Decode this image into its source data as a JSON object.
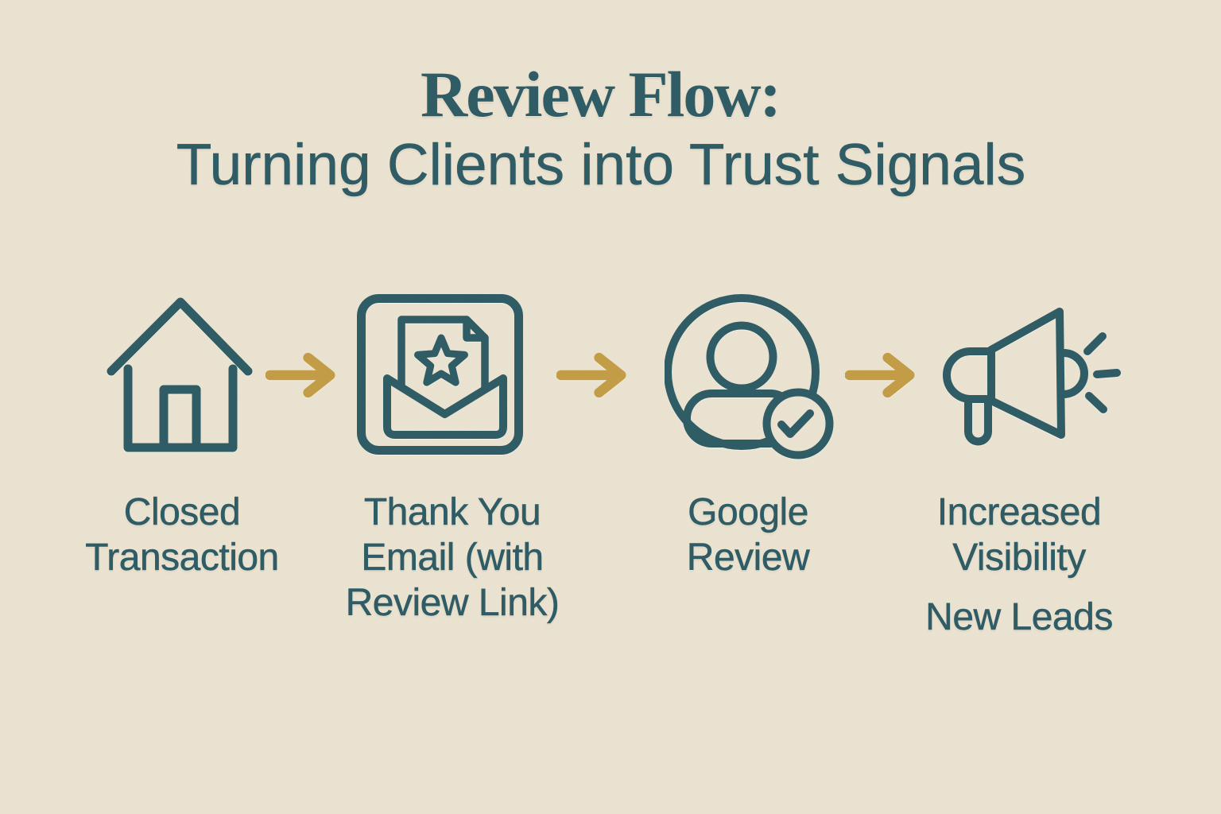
{
  "title": {
    "line1": "Review Flow:",
    "line2": "Turning Clients into Trust Signals"
  },
  "steps": [
    {
      "icon": "house-icon",
      "label": "Closed Transaction"
    },
    {
      "icon": "thank-you-email-icon",
      "label": "Thank You Email (with Review Link)"
    },
    {
      "icon": "google-review-user-check-icon",
      "label": "Google Review"
    },
    {
      "icon": "megaphone-icon",
      "label": "Increased Visibility",
      "sublabel": "New Leads"
    }
  ],
  "connector": {
    "icon": "right-arrow-icon",
    "count": 3
  },
  "colors": {
    "background": "#ece4d2",
    "ink_teal": "#2c5a64",
    "arrow_gold": "#c39c45"
  }
}
